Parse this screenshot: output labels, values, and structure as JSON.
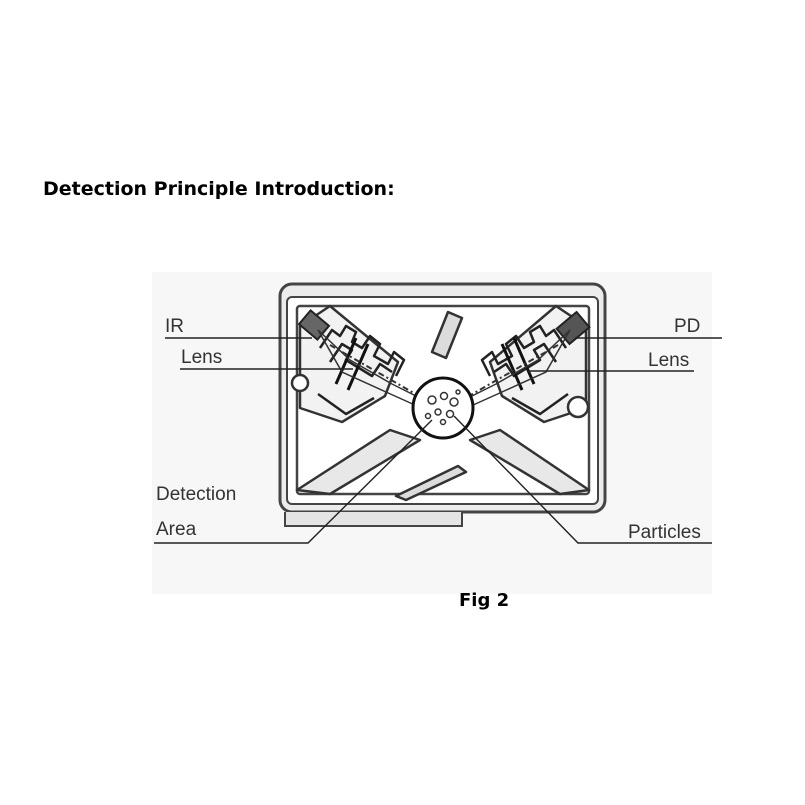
{
  "heading": "Detection Principle Introduction:",
  "caption": "Fig 2",
  "labels": {
    "ir": "IR",
    "lens_left": "Lens",
    "pd": "PD",
    "lens_right": "Lens",
    "detection": "Detection",
    "area": "Area",
    "particles": "Particles"
  }
}
